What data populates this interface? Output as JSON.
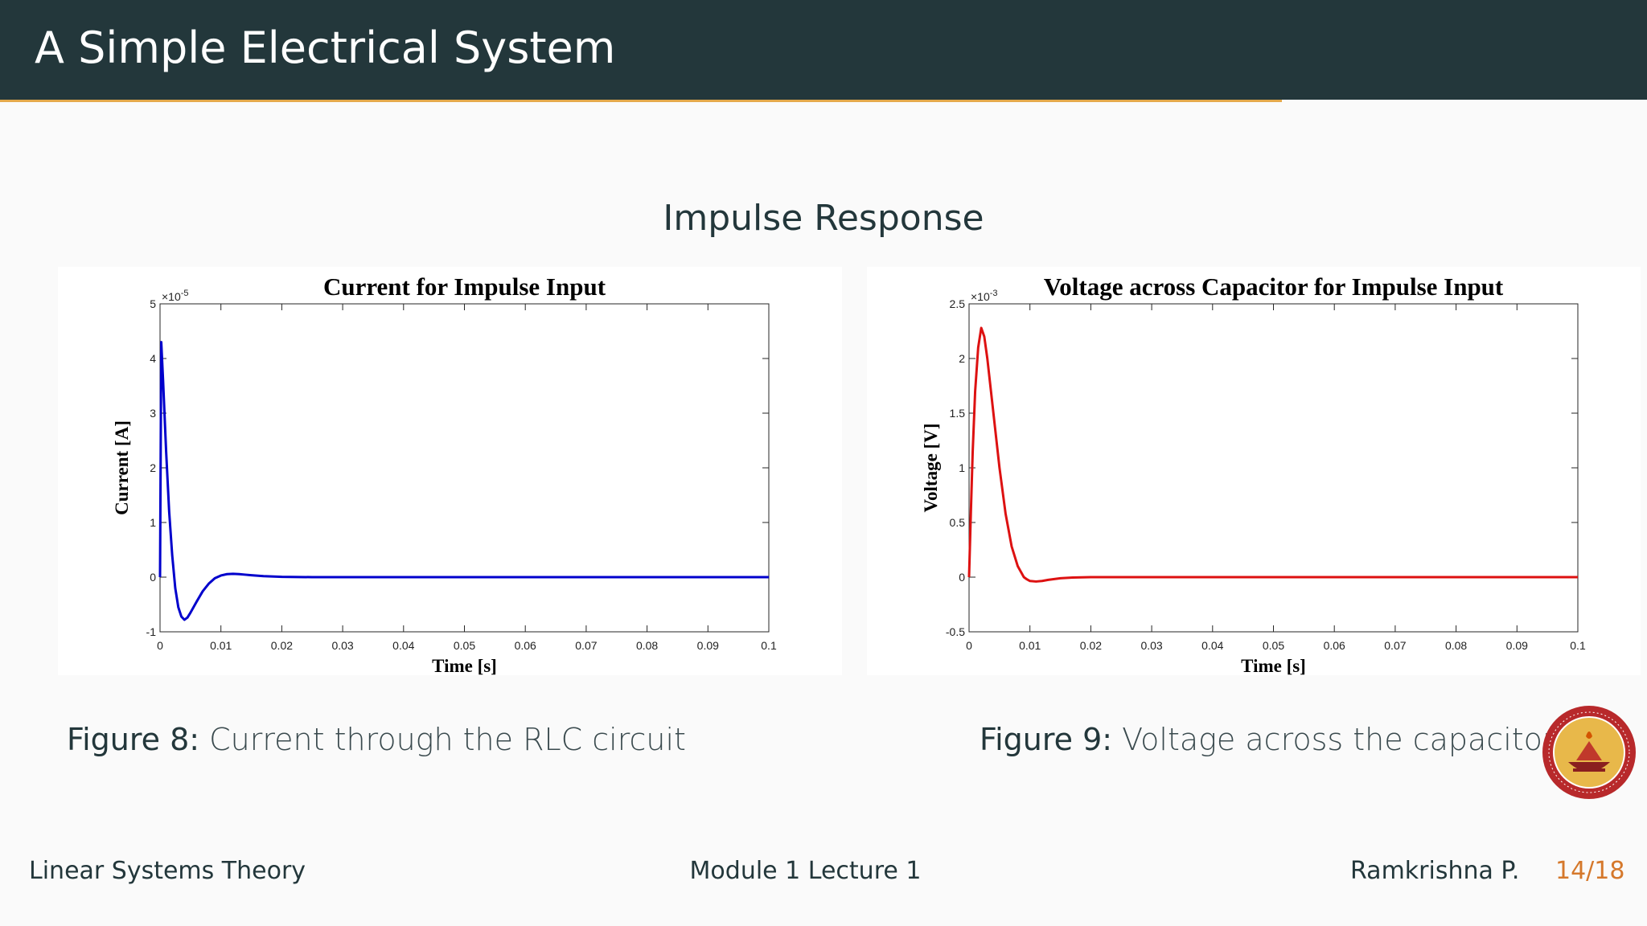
{
  "slide": {
    "title": "A Simple Electrical System",
    "subtitle": "Impulse Response",
    "colors": {
      "header_bg": "#23373b",
      "accent_rule": "#e4a94b",
      "page_number": "#d5782b"
    }
  },
  "captions": [
    {
      "label": "Figure 8:",
      "text": "Current through the RLC circuit"
    },
    {
      "label": "Figure 9:",
      "text": "Voltage across the capacitor"
    }
  ],
  "footer": {
    "course": "Linear Systems Theory",
    "module": "Module 1 Lecture 1",
    "author": "Ramkrishna P.",
    "page": "14/18"
  },
  "logo": {
    "icon": "iit-madras-seal-icon"
  },
  "chart_data": [
    {
      "type": "line",
      "title": "Current for Impulse Input",
      "xlabel": "Time [s]",
      "ylabel": "Current [A]",
      "y_multiplier_label": "×10",
      "y_multiplier_exp": "-5",
      "xlim": [
        0,
        0.1
      ],
      "ylim": [
        -1,
        5
      ],
      "x_ticks": [
        "0",
        "0.01",
        "0.02",
        "0.03",
        "0.04",
        "0.05",
        "0.06",
        "0.07",
        "0.08",
        "0.09",
        "0.1"
      ],
      "y_ticks": [
        "-1",
        "0",
        "1",
        "2",
        "3",
        "4",
        "5"
      ],
      "grid": false,
      "line_color": "#0000cc",
      "series": [
        {
          "x": [
            0,
            0.0002,
            0.0005,
            0.001,
            0.0015,
            0.002,
            0.0025,
            0.003,
            0.0035,
            0.004,
            0.0045,
            0.005,
            0.006,
            0.007,
            0.008,
            0.009,
            0.01,
            0.011,
            0.012,
            0.013,
            0.014,
            0.015,
            0.017,
            0.02,
            0.025,
            0.03,
            0.04,
            0.05,
            0.06,
            0.07,
            0.08,
            0.09,
            0.1
          ],
          "y": [
            0,
            4.3,
            3.6,
            2.3,
            1.2,
            0.4,
            -0.2,
            -0.55,
            -0.72,
            -0.78,
            -0.74,
            -0.65,
            -0.45,
            -0.26,
            -0.12,
            -0.02,
            0.03,
            0.055,
            0.06,
            0.055,
            0.045,
            0.035,
            0.018,
            0.005,
            0,
            0,
            0,
            0,
            0,
            0,
            0,
            0,
            0
          ]
        }
      ]
    },
    {
      "type": "line",
      "title": "Voltage across Capacitor for Impulse Input",
      "xlabel": "Time [s]",
      "ylabel": "Voltage [V]",
      "y_multiplier_label": "×10",
      "y_multiplier_exp": "-3",
      "xlim": [
        0,
        0.1
      ],
      "ylim": [
        -0.5,
        2.5
      ],
      "x_ticks": [
        "0",
        "0.01",
        "0.02",
        "0.03",
        "0.04",
        "0.05",
        "0.06",
        "0.07",
        "0.08",
        "0.09",
        "0.1"
      ],
      "y_ticks": [
        "-0.5",
        "0",
        "0.5",
        "1",
        "1.5",
        "2",
        "2.5"
      ],
      "grid": false,
      "line_color": "#dd1111",
      "series": [
        {
          "x": [
            0,
            0.0003,
            0.0006,
            0.001,
            0.0015,
            0.002,
            0.0025,
            0.003,
            0.0035,
            0.004,
            0.005,
            0.006,
            0.007,
            0.008,
            0.009,
            0.0095,
            0.01,
            0.011,
            0.012,
            0.013,
            0.015,
            0.017,
            0.02,
            0.025,
            0.03,
            0.04,
            0.05,
            0.06,
            0.07,
            0.08,
            0.09,
            0.1
          ],
          "y": [
            0,
            0.6,
            1.15,
            1.7,
            2.1,
            2.28,
            2.2,
            2.0,
            1.75,
            1.5,
            1.0,
            0.58,
            0.28,
            0.1,
            0.0,
            -0.02,
            -0.035,
            -0.04,
            -0.035,
            -0.025,
            -0.01,
            -0.004,
            0,
            0,
            0,
            0,
            0,
            0,
            0,
            0,
            0,
            0
          ]
        }
      ]
    }
  ]
}
